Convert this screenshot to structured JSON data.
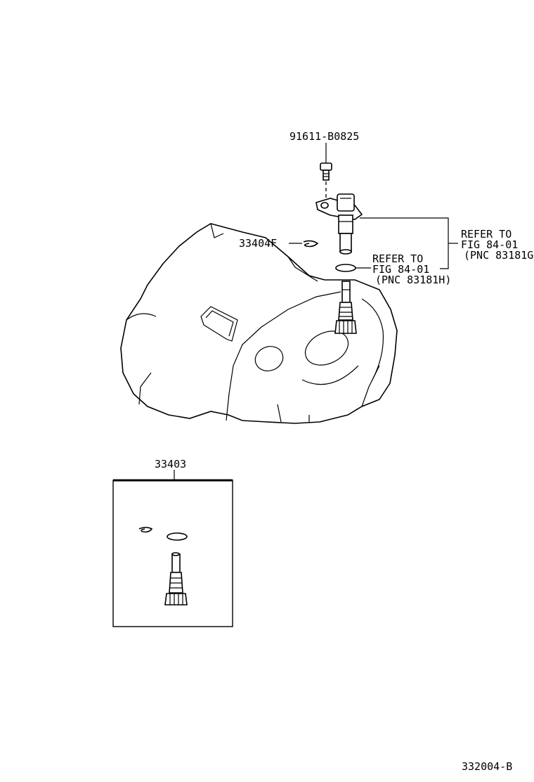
{
  "labels": {
    "bolt": "91611-B0825",
    "clip": "33404F",
    "kit": "33403",
    "refer_sensor_1": "REFER TO",
    "refer_sensor_2": "FIG 84-01",
    "refer_sensor_3": "(PNC 83181G",
    "refer_oring_1": "REFER TO",
    "refer_oring_2": "FIG 84-01",
    "refer_oring_3": "(PNC 83181H)",
    "figure_code": "332004-B"
  }
}
